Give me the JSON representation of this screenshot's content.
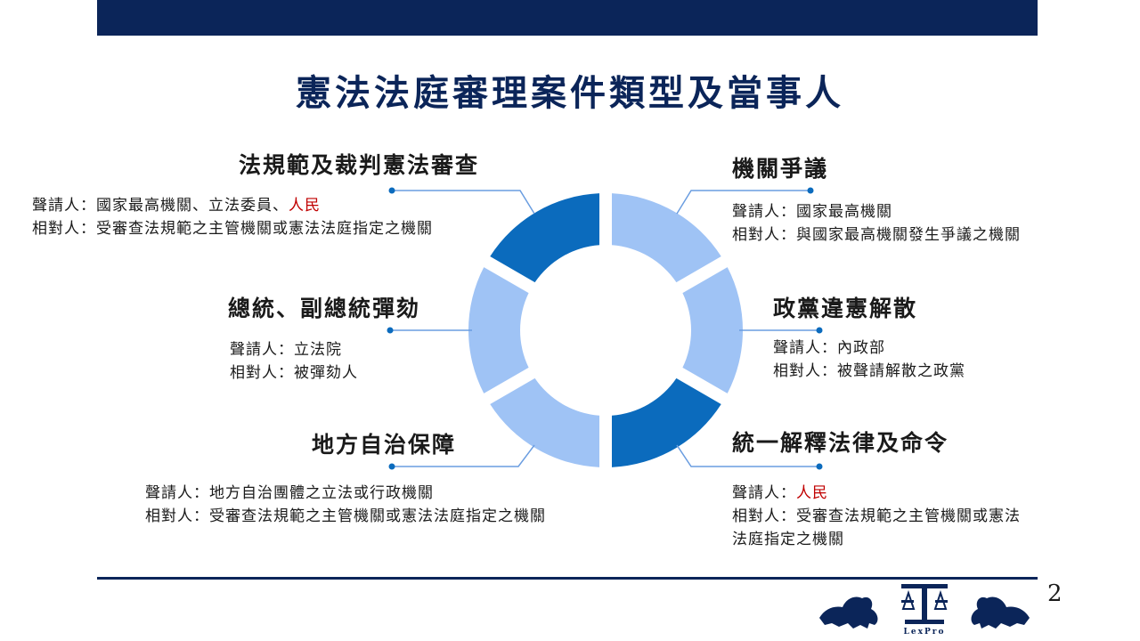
{
  "title": "憲法法庭審理案件類型及當事人",
  "page_number": "2",
  "logo_text": "LexPro",
  "colors": {
    "navy": "#0b2559",
    "dark_segment": "#0b6bbd",
    "light_segment": "#9fc3f5",
    "connector": "#6a9de0",
    "highlight": "#c00000"
  },
  "items": [
    {
      "heading": "法規範及裁判憲法審查",
      "applicant_prefix": "聲請人：國家最高機關、立法委員、",
      "applicant_highlight": "人民",
      "respondent": "相對人：受審查法規範之主管機關或憲法法庭指定之機關"
    },
    {
      "heading": "機關爭議",
      "applicant": "聲請人：國家最高機關",
      "respondent": "相對人：與國家最高機關發生爭議之機關"
    },
    {
      "heading": "總統、副總統彈劾",
      "applicant": "聲請人：立法院",
      "respondent": "相對人：被彈劾人"
    },
    {
      "heading": "政黨違憲解散",
      "applicant": "聲請人：內政部",
      "respondent": "相對人：被聲請解散之政黨"
    },
    {
      "heading": "地方自治保障",
      "applicant": "聲請人：地方自治團體之立法或行政機關",
      "respondent": "相對人：受審查法規範之主管機關或憲法法庭指定之機關"
    },
    {
      "heading": "統一解釋法律及命令",
      "applicant_prefix": "聲請人：",
      "applicant_highlight": "人民",
      "respondent_line1": "相對人：受審查法規範之主管機關或憲法",
      "respondent_line2": "法庭指定之機關"
    }
  ]
}
